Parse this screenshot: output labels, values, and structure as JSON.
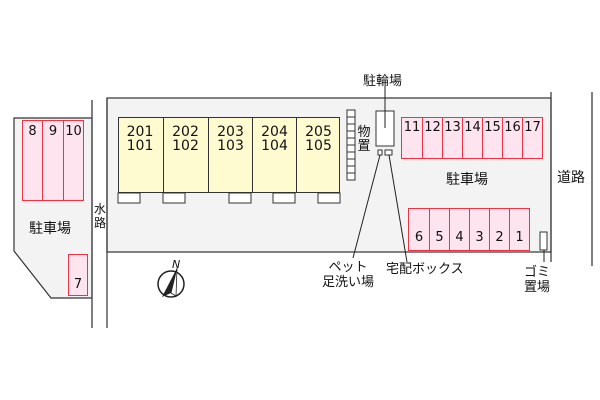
{
  "colors": {
    "building": "#fffbd0",
    "parking": "#fde4ee",
    "parking_border": "#ee3344",
    "lot": "#f3f3f3"
  },
  "units": [
    {
      "upper": "201",
      "lower": "101"
    },
    {
      "upper": "202",
      "lower": "102"
    },
    {
      "upper": "203",
      "lower": "103"
    },
    {
      "upper": "204",
      "lower": "104"
    },
    {
      "upper": "205",
      "lower": "105"
    }
  ],
  "left_parking": {
    "spots": [
      "8",
      "9",
      "10"
    ],
    "single": "7",
    "label": "駐車場"
  },
  "top_parking": [
    "11",
    "12",
    "13",
    "14",
    "15",
    "16",
    "17"
  ],
  "bottom_parking": [
    "6",
    "5",
    "4",
    "3",
    "2",
    "1"
  ],
  "labels": {
    "bicycle": "駐輪場",
    "storage": "物置",
    "main_parking": "駐車場",
    "road": "道路",
    "waterway": "水路",
    "pet_wash_1": "ペット",
    "pet_wash_2": "足洗い場",
    "delivery_box": "宅配ボックス",
    "garbage_1": "ゴミ",
    "garbage_2": "置場",
    "north": "N"
  }
}
